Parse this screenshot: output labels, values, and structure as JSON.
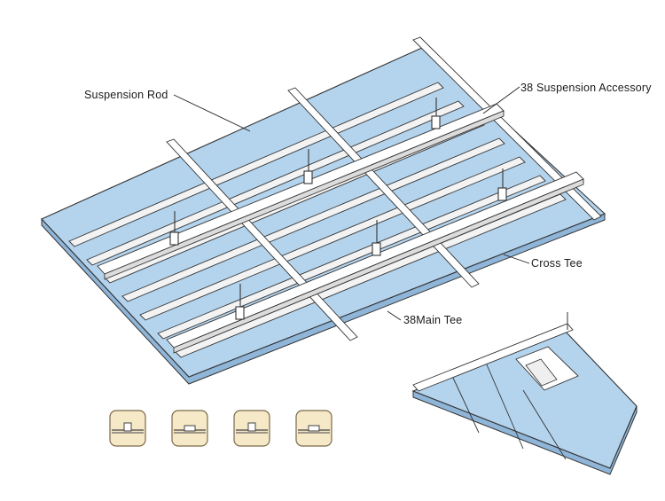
{
  "colors": {
    "panel": "#b4d4ee",
    "panel_dark": "#9cc2e3",
    "edge": "#3a3a3a",
    "metal": "#f4f4f4",
    "metal_shade": "#d9d9d9",
    "clip_bg": "#f6e9c8",
    "clip_border": "#7a6a4a"
  },
  "labels": {
    "suspension_rod": "Suspension Rod",
    "suspension_accessory": "38 Suspension Accessory",
    "cross_tee": "Cross Tee",
    "main_tee": "38Main Tee"
  },
  "icons": [
    "joint-clip-icon",
    "joint-clip-icon",
    "joint-clip-icon",
    "joint-clip-icon"
  ]
}
